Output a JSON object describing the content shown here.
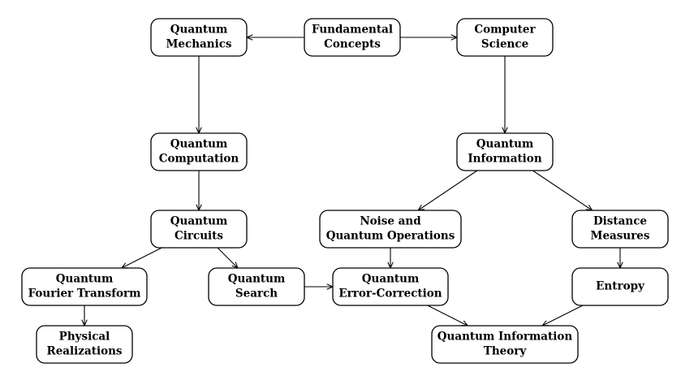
{
  "nodes": {
    "fundamental_concepts": [
      "Fundamental",
      "Concepts"
    ],
    "quantum_mechanics": [
      "Quantum",
      "Mechanics"
    ],
    "computer_science": [
      "Computer",
      "Science"
    ],
    "quantum_computation": [
      "Quantum",
      "Computation"
    ],
    "quantum_information": [
      "Quantum",
      "Information"
    ],
    "quantum_circuits": [
      "Quantum",
      "Circuits"
    ],
    "noise_and_quantum_operations": [
      "Noise and",
      "Quantum Operations"
    ],
    "distance_measures": [
      "Distance",
      "Measures"
    ],
    "quantum_fourier_transform": [
      "Quantum",
      "Fourier Transform"
    ],
    "quantum_search": [
      "Quantum",
      "Search"
    ],
    "quantum_error_correction": [
      "Quantum",
      "Error-Correction"
    ],
    "entropy": [
      "Entropy"
    ],
    "physical_realizations": [
      "Physical",
      "Realizations"
    ],
    "quantum_information_theory": [
      "Quantum Information",
      "Theory"
    ]
  },
  "edges": [
    [
      "fundamental_concepts",
      "quantum_mechanics"
    ],
    [
      "fundamental_concepts",
      "computer_science"
    ],
    [
      "quantum_mechanics",
      "quantum_computation"
    ],
    [
      "computer_science",
      "quantum_information"
    ],
    [
      "quantum_computation",
      "quantum_circuits"
    ],
    [
      "quantum_information",
      "noise_and_quantum_operations"
    ],
    [
      "quantum_information",
      "distance_measures"
    ],
    [
      "quantum_circuits",
      "quantum_fourier_transform"
    ],
    [
      "quantum_circuits",
      "quantum_search"
    ],
    [
      "noise_and_quantum_operations",
      "quantum_error_correction"
    ],
    [
      "distance_measures",
      "entropy"
    ],
    [
      "quantum_search",
      "quantum_error_correction"
    ],
    [
      "quantum_fourier_transform",
      "physical_realizations"
    ],
    [
      "quantum_error_correction",
      "quantum_information_theory"
    ],
    [
      "entropy",
      "quantum_information_theory"
    ]
  ]
}
